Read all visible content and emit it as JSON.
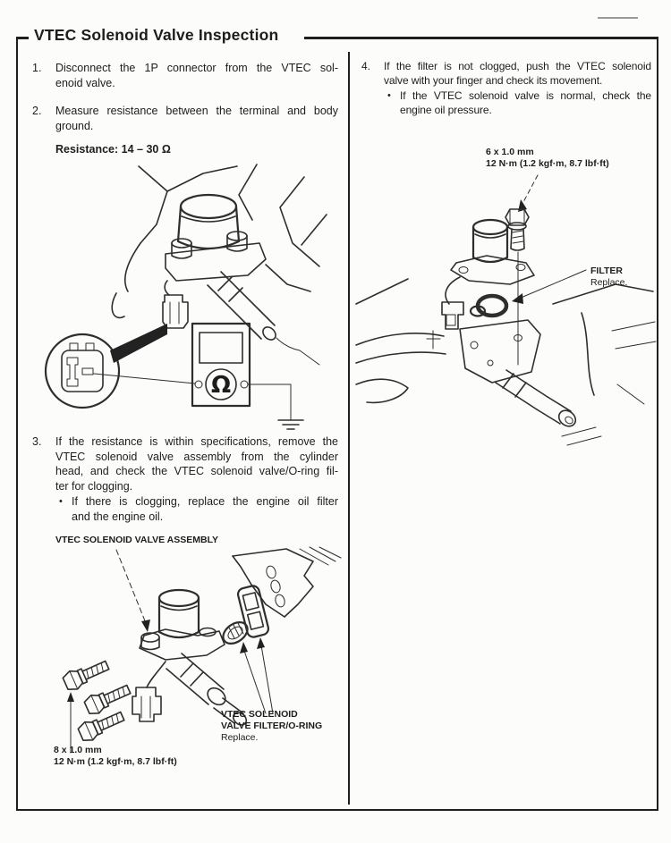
{
  "title": "VTEC Solenoid Valve Inspection",
  "bullet_glyph": "•",
  "steps": {
    "s1": {
      "num": "1.",
      "lines": [
        "Disconnect the 1P connector from the VTEC sol-",
        "enoid valve."
      ]
    },
    "s2": {
      "num": "2.",
      "lines": [
        "Measure resistance between the terminal and body",
        "ground."
      ]
    },
    "spec": "Resistance: 14 – 30 Ω",
    "s3": {
      "num": "3.",
      "lines": [
        "If the resistance is within specifications, remove the",
        "VTEC solenoid valve assembly from the cylinder",
        "head, and check the VTEC solenoid valve/O-ring fil-",
        "ter for clogging."
      ],
      "bullet_lines": [
        "If there is clogging, replace the engine oil filter",
        "and the engine oil."
      ]
    },
    "s4": {
      "num": "4.",
      "lines": [
        "If the filter is not clogged, push the VTEC solenoid",
        "valve with your finger and check its movement."
      ],
      "bullet_lines": [
        "If the VTEC solenoid valve is normal, check the",
        "engine oil pressure."
      ]
    }
  },
  "labels": {
    "bolt_top": {
      "line1": "6 x 1.0 mm",
      "line2": "12 N·m (1.2 kgf·m, 8.7 lbf·ft)"
    },
    "filter": {
      "line1": "FILTER",
      "line2": "Replace."
    },
    "assembly": "VTEC SOLENOID VALVE ASSEMBLY",
    "filter_oring": {
      "line1": "VTEC SOLENOID",
      "line2": "VALVE FILTER/O-RING",
      "line3": "Replace."
    },
    "bolt_bottom": {
      "line1": "8 x 1.0 mm",
      "line2": "12 N·m (1.2 kgf·m, 8.7 lbf·ft)"
    }
  },
  "figures": {
    "ohm_symbol": "Ω"
  },
  "colors": {
    "ink": "#1d1d1d",
    "line_art": "#2e2e2e",
    "paper": "#fcfcfb"
  }
}
